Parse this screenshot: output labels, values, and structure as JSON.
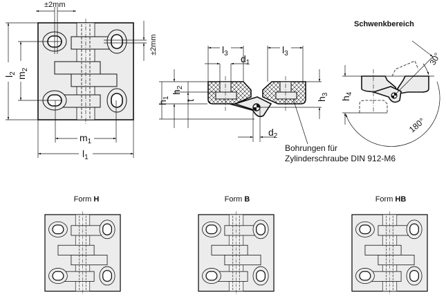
{
  "top_view": {
    "tolerance_horizontal": "±2mm",
    "tolerance_vertical": "±2mm",
    "dims": {
      "l1": "l",
      "l1_sub": "1",
      "l2": "l",
      "l2_sub": "2",
      "m1": "m",
      "m1_sub": "1",
      "m2": "m",
      "m2_sub": "2"
    }
  },
  "side_view": {
    "dims": {
      "l3_left": "l",
      "l3_left_sub": "3",
      "l3_right": "l",
      "l3_right_sub": "3",
      "d1": "d",
      "d1_sub": "1",
      "d2": "d",
      "d2_sub": "2",
      "h1": "h",
      "h1_sub": "1",
      "h2": "h",
      "h2_sub": "2",
      "h3": "h",
      "h3_sub": "3",
      "t": "t"
    },
    "callout_line1": "Bohrungen für",
    "callout_line2": "Zylinderschraube DIN 912-M6"
  },
  "swivel_view": {
    "title": "Schwenkbereich",
    "angle_small": "30°",
    "angle_large": "180°",
    "h4": "h",
    "h4_sub": "4"
  },
  "forms": [
    {
      "prefix": "Form ",
      "code": "H"
    },
    {
      "prefix": "Form ",
      "code": "B"
    },
    {
      "prefix": "Form ",
      "code": "HB"
    }
  ]
}
